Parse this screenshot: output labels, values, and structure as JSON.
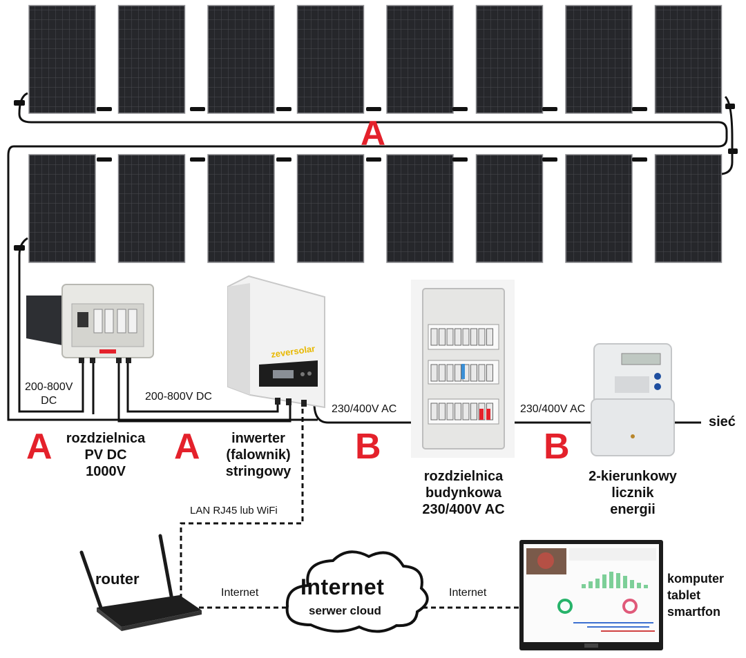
{
  "colors": {
    "accent": "#e4212b",
    "panel": "#2a2a2d",
    "wire": "#111111"
  },
  "segments": {
    "a1": "A",
    "a2": "A",
    "a3": "A",
    "b1": "B",
    "b2": "B"
  },
  "labels": {
    "dc_voltage_1_line1": "200-800V",
    "dc_voltage_1_line2": "DC",
    "dc_voltage_2": "200-800V DC",
    "ac_voltage_1": "230/400V AC",
    "ac_voltage_2": "230/400V AC",
    "grid": "sieć",
    "lan": "LAN RJ45 lub WiFi",
    "internet_left": "Internet",
    "internet_right": "Internet"
  },
  "components": {
    "pv_dc_box": [
      "rozdzielnica",
      "PV DC",
      "1000V"
    ],
    "inverter": [
      "inwerter",
      "(falownik)",
      "stringowy"
    ],
    "building_board": [
      "rozdzielnica",
      "budynkowa",
      "230/400V AC"
    ],
    "meter": [
      "2-kierunkowy",
      "licznik",
      "energii"
    ],
    "router": "router",
    "cloud_title": "Internet",
    "cloud_subtitle": "serwer cloud",
    "devices": [
      "komputer",
      "tablet",
      "smartfon"
    ],
    "inverter_brand": "zeversolar"
  }
}
